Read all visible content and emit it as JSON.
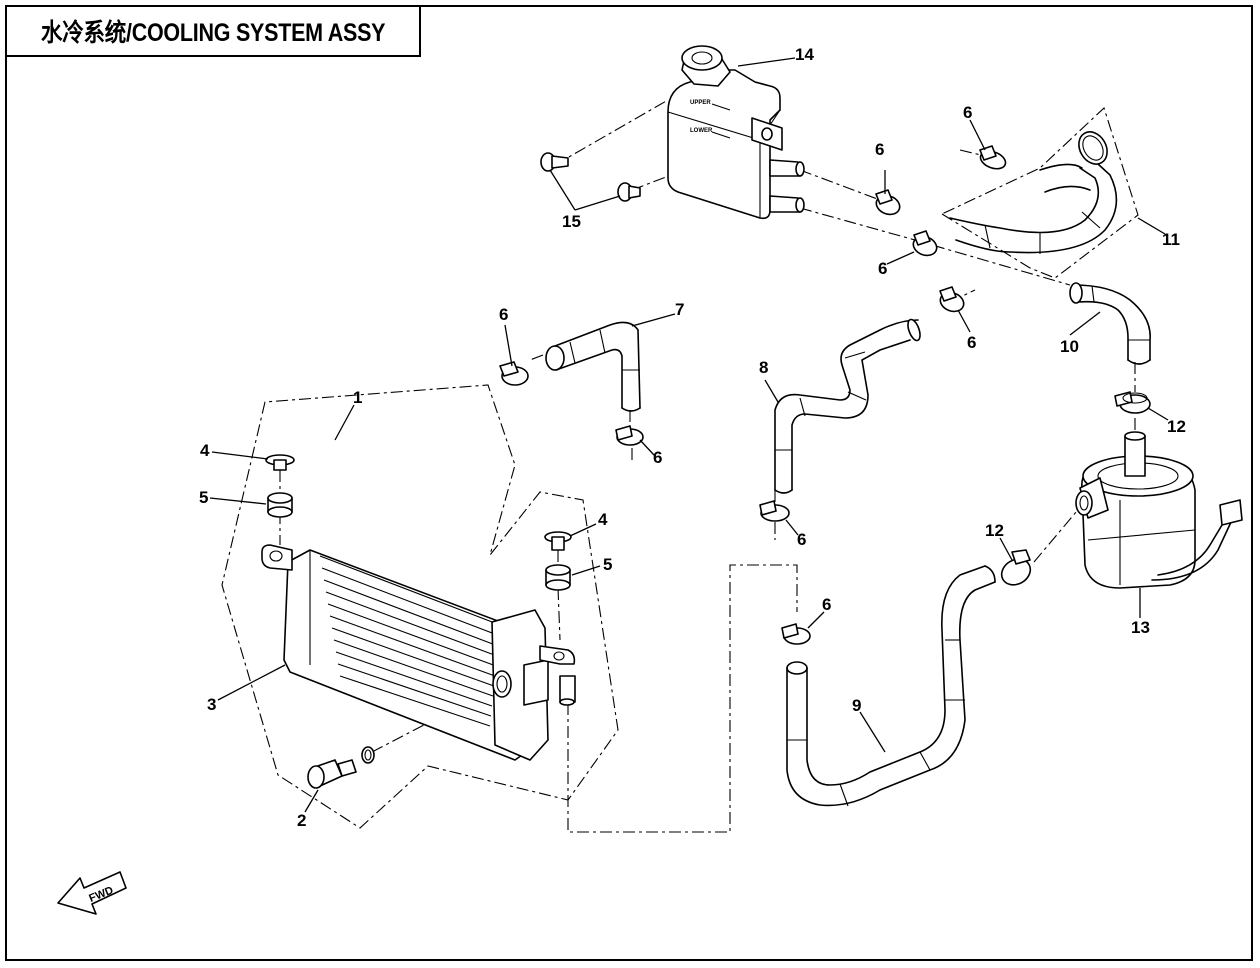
{
  "title": "水冷系统/COOLING SYSTEM ASSY",
  "fwd_label": "FWD",
  "tank_labels": {
    "upper": "UPPER",
    "lower": "LOWER"
  },
  "callouts": [
    "1",
    "2",
    "3",
    "4",
    "4",
    "5",
    "5",
    "6",
    "6",
    "6",
    "6",
    "6",
    "6",
    "6",
    "7",
    "8",
    "9",
    "10",
    "11",
    "12",
    "12",
    "13",
    "14",
    "15"
  ]
}
